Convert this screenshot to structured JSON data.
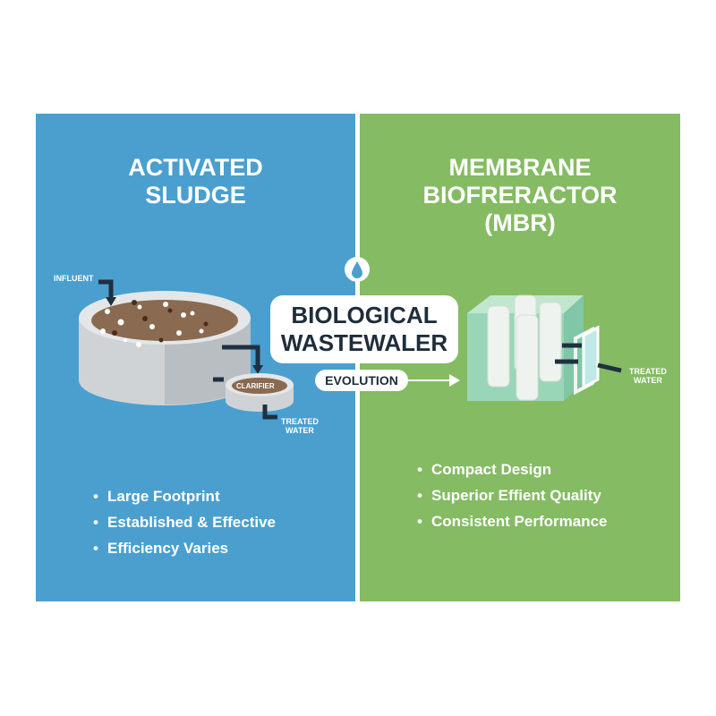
{
  "left_panel": {
    "title": "ACTIVATED\nSLUDGE",
    "title_line1": "ACTIVATED",
    "title_line2": "SLUDGE",
    "color": "#4a9fcf",
    "labels": {
      "influent": "INFLUENT",
      "clarifier": "CLARIFIER",
      "treated_line1": "TREATED",
      "treated_line2": "WATER"
    },
    "bullets": [
      "Large Footprint",
      "Established & Effective",
      "Efficiency Varies"
    ]
  },
  "right_panel": {
    "title_line1": "MEMBRANE",
    "title_line2": "BIOFRERACTOR",
    "title_line3": "(MBR)",
    "color": "#84bb63",
    "labels": {
      "treated_line1": "TREATED",
      "treated_line2": "WATER"
    },
    "bullets": [
      "Compact Design",
      "Superior Effient Quality",
      "Consistent Performance"
    ]
  },
  "center": {
    "icon": "water-drop-icon",
    "title_line1": "BIOLOGICAL",
    "title_line2": "WASTEWALER",
    "evolution_label": "EVOLUTION",
    "text_color": "#1f2d3a"
  }
}
